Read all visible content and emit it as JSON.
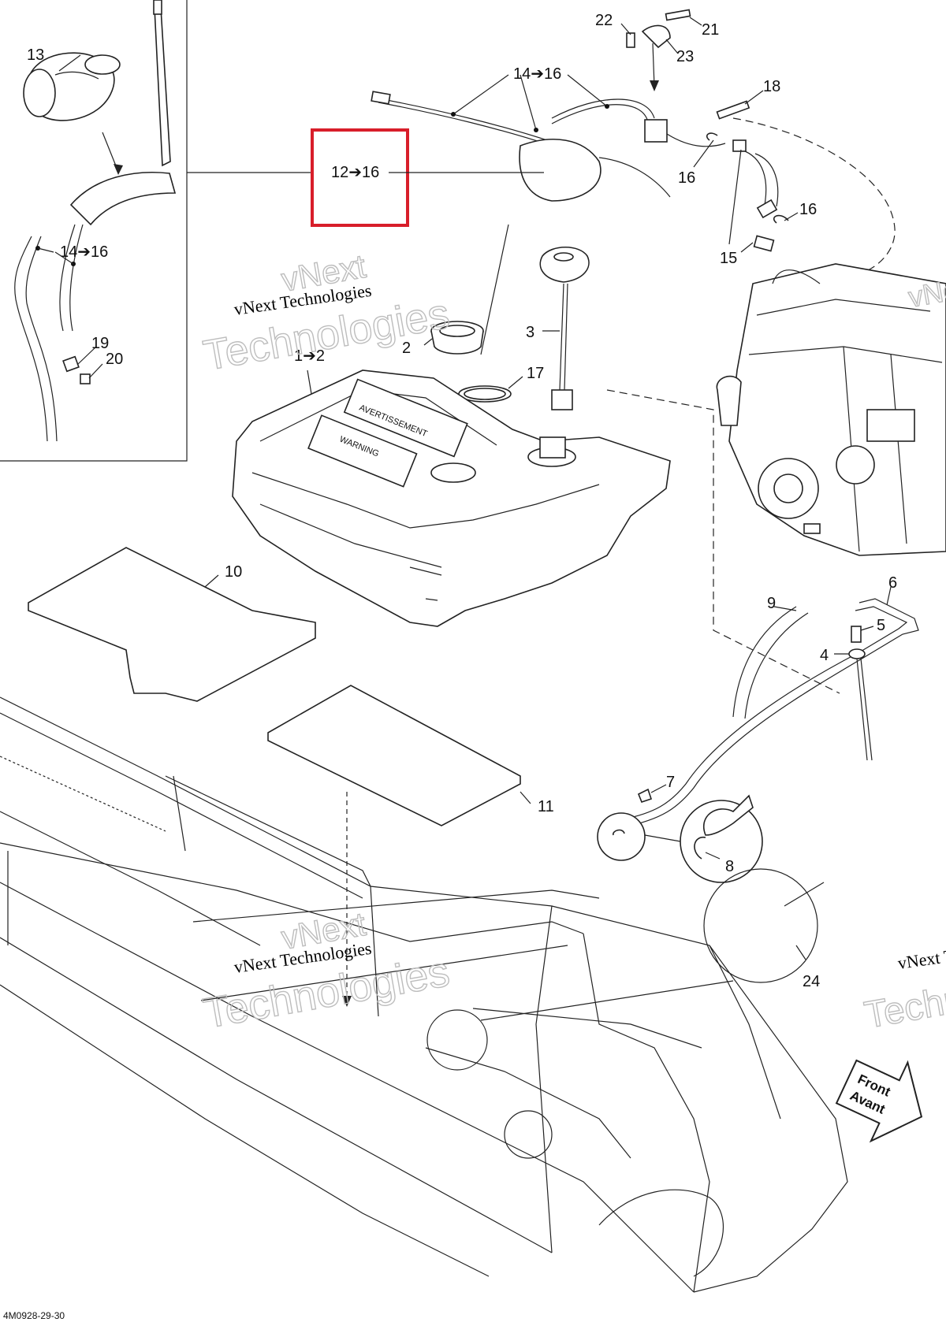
{
  "callouts": {
    "c13": "13",
    "c14_16_a": "14➔16",
    "c14_16_b": "14➔16",
    "c19": "19",
    "c20": "20",
    "c12_16": "12➔16",
    "c22": "22",
    "c21": "21",
    "c23": "23",
    "c18": "18",
    "c16_a": "16",
    "c16_b": "16",
    "c15": "15",
    "c2": "2",
    "c1_2": "1➔2",
    "c3": "3",
    "c17": "17",
    "c10": "10",
    "c11": "11",
    "c9": "9",
    "c6": "6",
    "c5": "5",
    "c4": "4",
    "c7": "7",
    "c8": "8",
    "c24": "24"
  },
  "watermark": {
    "line1": "vNext",
    "line2": "vNext Technologies",
    "line3": "Technologies"
  },
  "tank_labels": {
    "avertissement": "AVERTISSEMENT",
    "warning": "WARNING"
  },
  "direction": {
    "front": "Front",
    "avant": "Avant"
  },
  "drawing_code": "4M0928-29-30",
  "colors": {
    "highlight": "#d81e2a",
    "ink": "#222222",
    "watermark": "#bdbdbd"
  }
}
